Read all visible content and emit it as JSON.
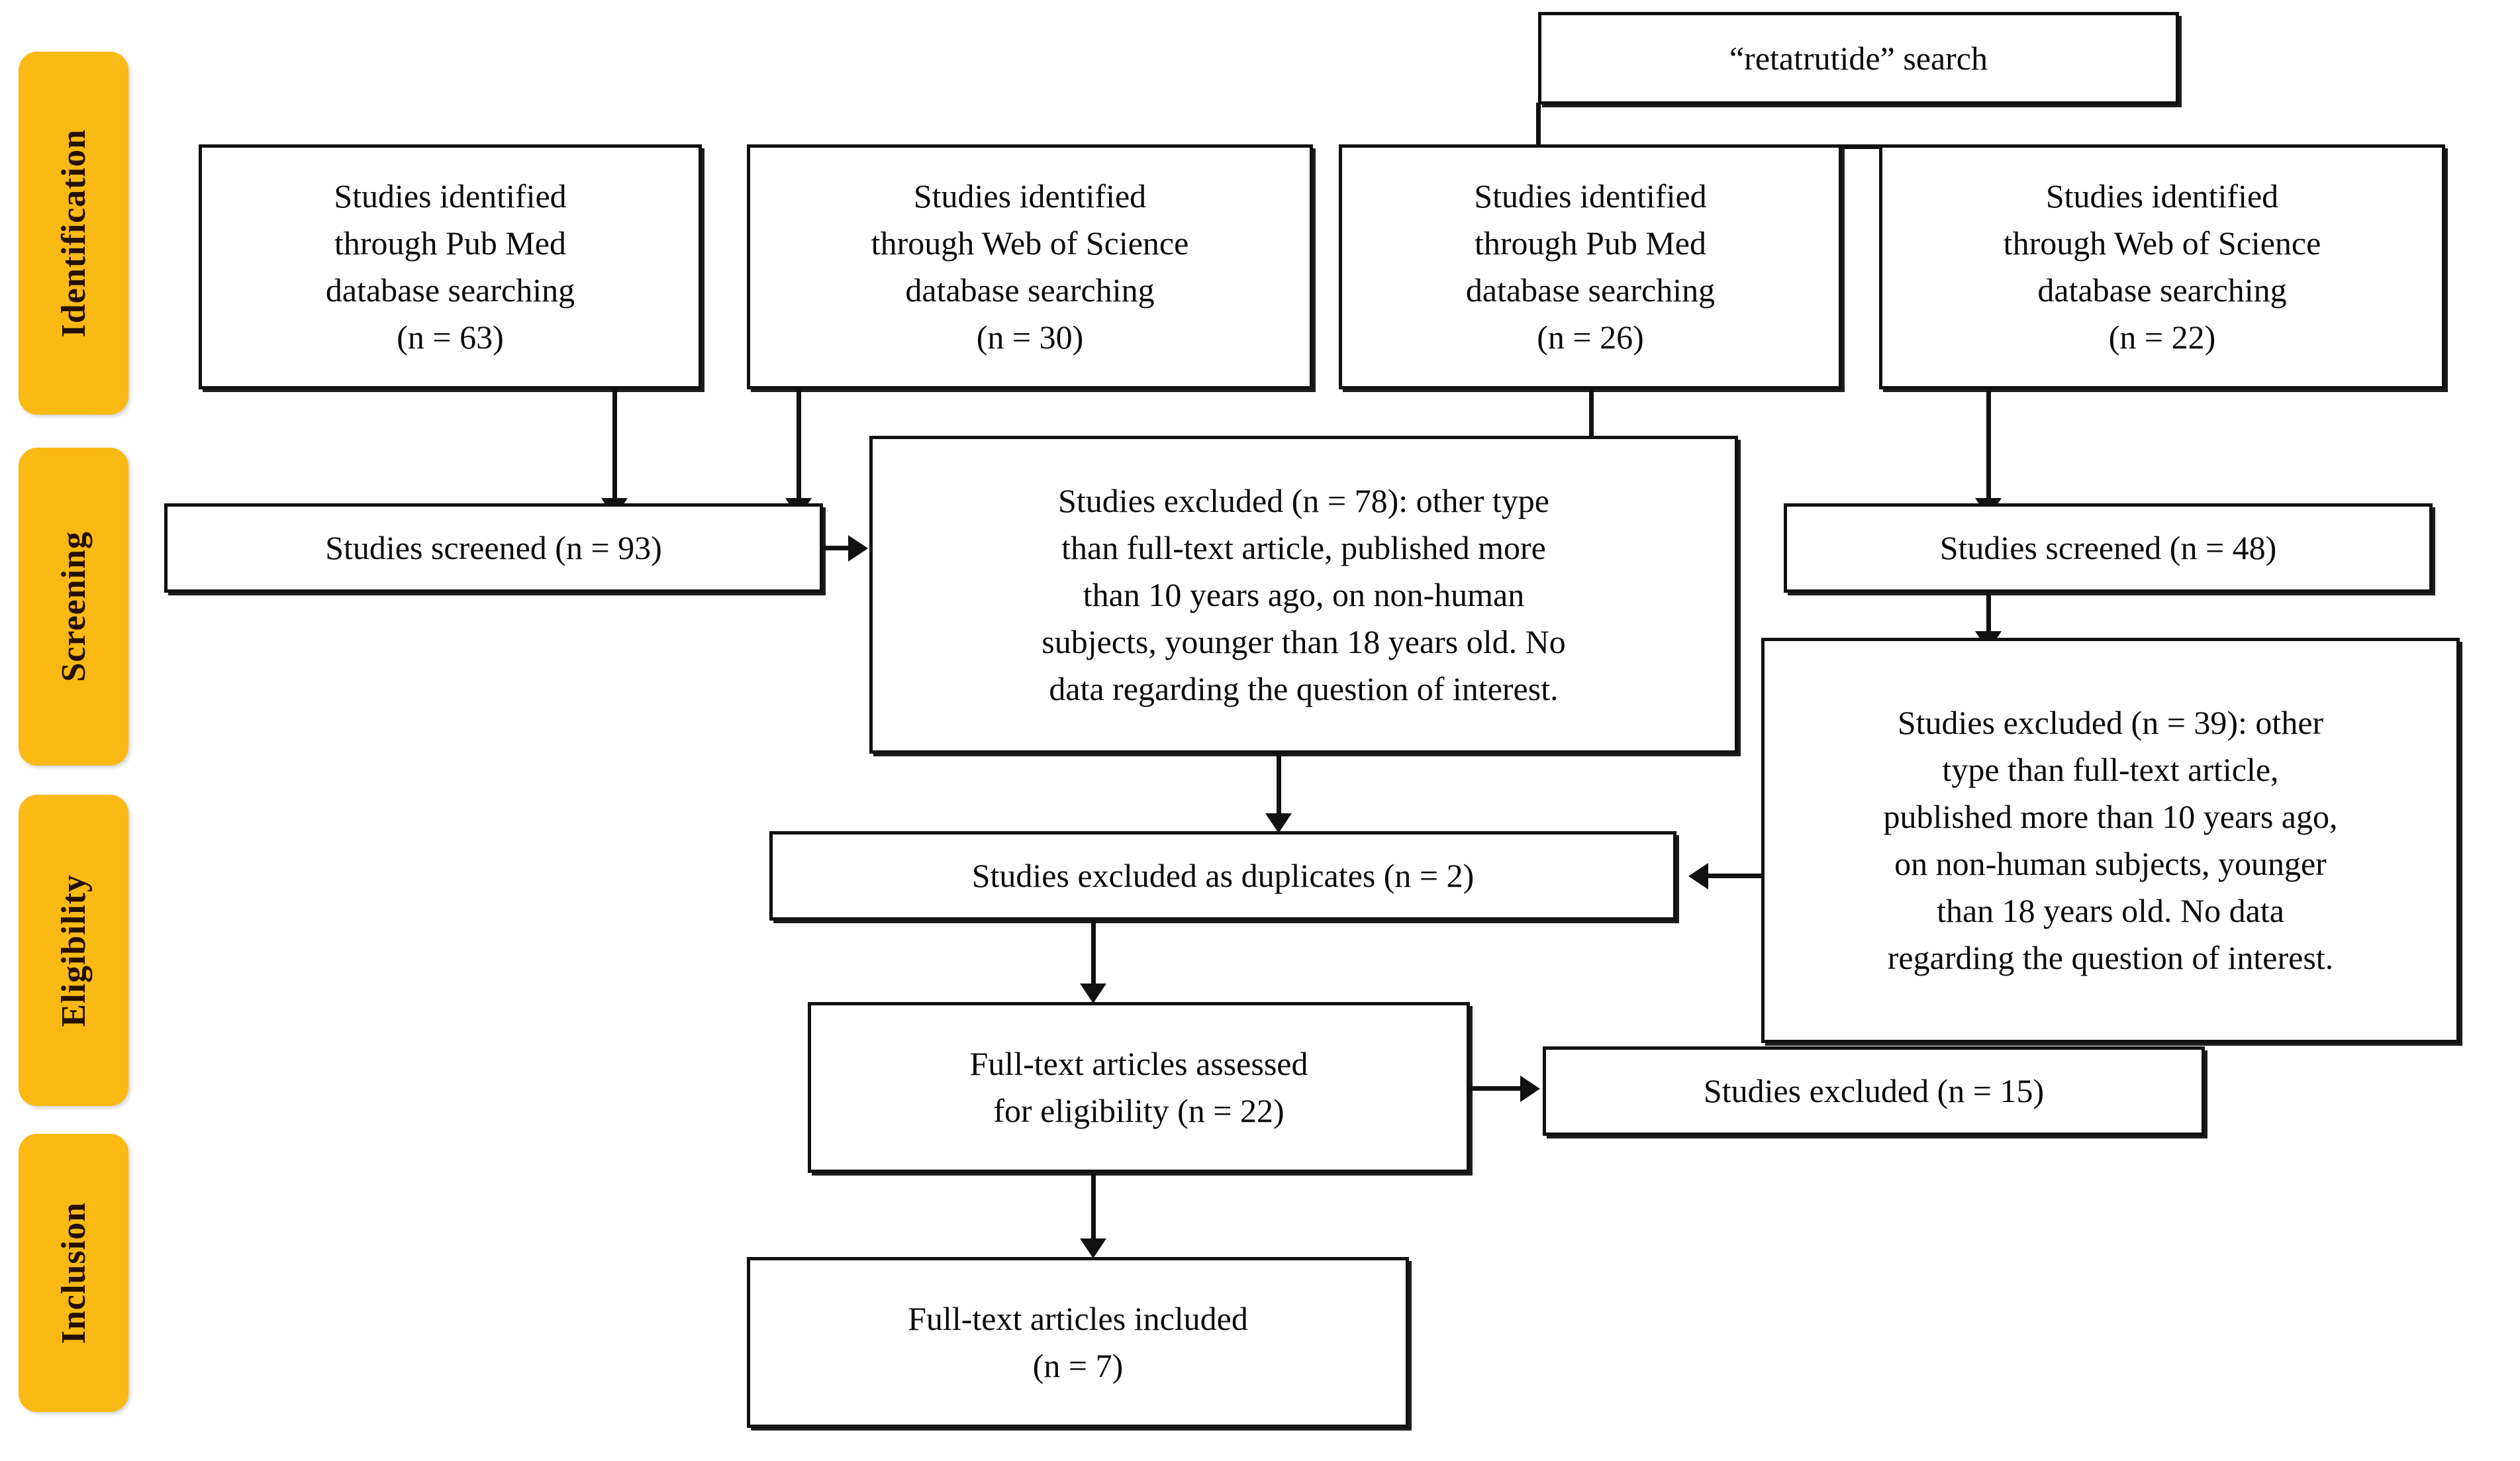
{
  "diagram": {
    "type": "prisma-flow-diagram",
    "title": "PRISMA flow diagram",
    "accent_color": "#FBB913",
    "line_color": "#111111",
    "background_color": "#FFFFFF"
  },
  "stages": [
    {
      "id": "identification",
      "label": "Identification"
    },
    {
      "id": "screening",
      "label": "Screening"
    },
    {
      "id": "eligibility",
      "label": "Eligibility"
    },
    {
      "id": "inclusion",
      "label": "Inclusion"
    }
  ],
  "boxes": {
    "search_term": {
      "text": "“retatrutide” search"
    },
    "identified_pubmed_left": {
      "text": "Studies identified\nthrough Pub Med\ndatabase searching\n(n = 63)",
      "source": "Pub Med",
      "n": 63
    },
    "identified_wos_left": {
      "text": "Studies identified\nthrough Web of Science\ndatabase searching\n(n = 30)",
      "source": "Web of Science",
      "n": 30
    },
    "identified_pubmed_right": {
      "text": "Studies identified\nthrough Pub Med\ndatabase searching\n(n = 26)",
      "source": "Pub Med",
      "n": 26
    },
    "identified_wos_right": {
      "text": "Studies identified\nthrough Web of Science\ndatabase searching\n(n = 22)",
      "source": "Web of Science",
      "n": 22
    },
    "screened_left": {
      "text": "Studies screened (n = 93)",
      "n": 93
    },
    "screened_right": {
      "text": "Studies screened (n = 48)",
      "n": 48
    },
    "excluded_left": {
      "text": "Studies excluded (n = 78): other type\nthan full-text article, published more\nthan 10 years ago, on non-human\nsubjects, younger than 18 years old. No\ndata regarding the question of interest.",
      "n": 78
    },
    "excluded_right": {
      "text": "Studies excluded (n = 39): other\ntype than full-text article,\npublished more than 10 years ago,\non non-human subjects, younger\nthan 18 years old. No data\nregarding the question of interest.",
      "n": 39
    },
    "excluded_duplicates": {
      "text": "Studies excluded as duplicates (n = 2)",
      "n": 2
    },
    "fulltext_assessed": {
      "text": "Full-text articles assessed\nfor eligibility (n = 22)",
      "n": 22
    },
    "excluded_eligibility": {
      "text": "Studies excluded (n = 15)",
      "n": 15
    },
    "fulltext_included": {
      "text": "Full-text articles included\n(n = 7)",
      "n": 7
    }
  }
}
